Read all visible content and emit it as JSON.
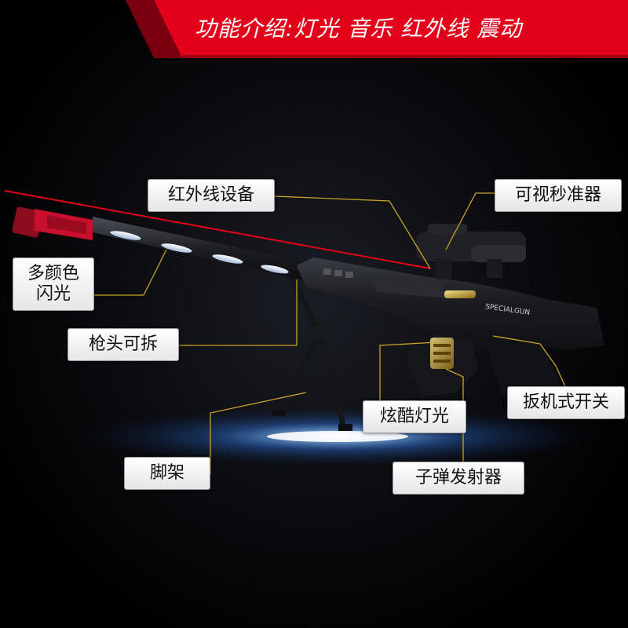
{
  "banner": {
    "text": "功能介绍:灯光 音乐 红外线 震动",
    "color": "#e3001b"
  },
  "callouts": [
    {
      "id": "infrared-device",
      "text": "红外线设备"
    },
    {
      "id": "visual-scope",
      "text": "可视秒准器"
    },
    {
      "id": "multicolor-flash",
      "lines": [
        "多颜色",
        "闪光"
      ]
    },
    {
      "id": "removable-muzzle",
      "text": "枪头可拆"
    },
    {
      "id": "trigger-switch",
      "text": "扳机式开关"
    },
    {
      "id": "cool-lights",
      "text": "炫酷灯光"
    },
    {
      "id": "bipod",
      "text": "脚架"
    },
    {
      "id": "bullet-launcher",
      "text": "子弹发射器"
    }
  ],
  "gun_marking": "SPECIALGUN",
  "colors": {
    "leader_line": "#c9a227",
    "laser": "#e3001b",
    "muzzle": "#c8102e",
    "gun_body": "#14161a"
  }
}
